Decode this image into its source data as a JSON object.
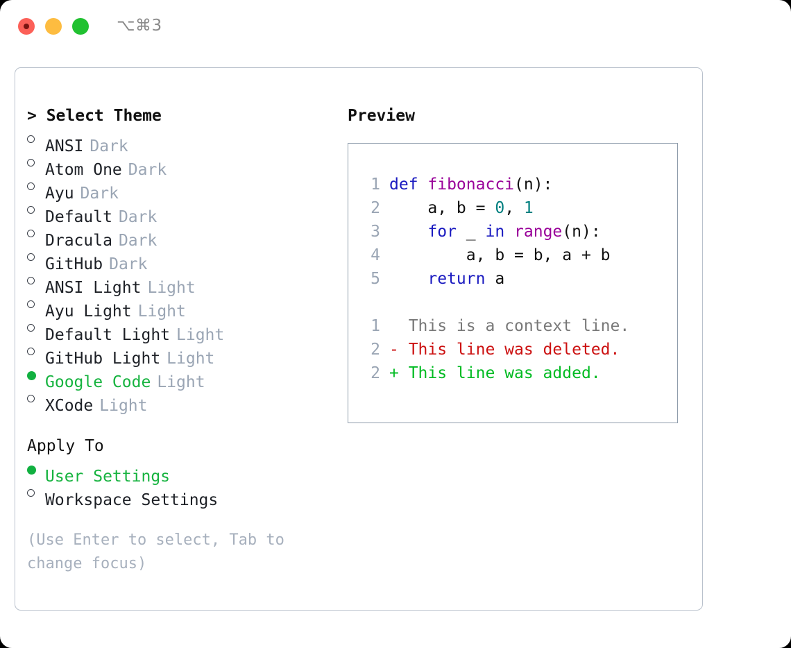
{
  "window": {
    "shortcut_label": "⌥⌘3",
    "traffic_lights": [
      "close-red",
      "minimize-yellow",
      "maximize-green"
    ]
  },
  "theme_picker": {
    "header": "> Select Theme",
    "items": [
      {
        "name": "ANSI",
        "kind": "Dark",
        "selected": false
      },
      {
        "name": "Atom One",
        "kind": "Dark",
        "selected": false
      },
      {
        "name": "Ayu",
        "kind": "Dark",
        "selected": false
      },
      {
        "name": "Default",
        "kind": "Dark",
        "selected": false
      },
      {
        "name": "Dracula",
        "kind": "Dark",
        "selected": false
      },
      {
        "name": "GitHub",
        "kind": "Dark",
        "selected": false
      },
      {
        "name": "ANSI Light",
        "kind": "Light",
        "selected": false
      },
      {
        "name": "Ayu Light",
        "kind": "Light",
        "selected": false
      },
      {
        "name": "Default Light",
        "kind": "Light",
        "selected": false
      },
      {
        "name": "GitHub Light",
        "kind": "Light",
        "selected": false
      },
      {
        "name": "Google Code",
        "kind": "Light",
        "selected": true
      },
      {
        "name": "XCode",
        "kind": "Light",
        "selected": false
      }
    ]
  },
  "apply_to": {
    "header": "Apply To",
    "items": [
      {
        "name": "User Settings",
        "selected": true
      },
      {
        "name": "Workspace Settings",
        "selected": false
      }
    ]
  },
  "help": {
    "text": "(Use Enter to select, Tab to change focus)"
  },
  "preview": {
    "title": "Preview",
    "code_lines": [
      {
        "no": "1",
        "tokens": [
          {
            "t": "def ",
            "c": "tok-kw"
          },
          {
            "t": "fibonacci",
            "c": "tok-fn"
          },
          {
            "t": "(n):",
            "c": "tok-pl"
          }
        ]
      },
      {
        "no": "2",
        "tokens": [
          {
            "t": "    a, b = ",
            "c": "tok-pl"
          },
          {
            "t": "0",
            "c": "tok-num"
          },
          {
            "t": ", ",
            "c": "tok-pl"
          },
          {
            "t": "1",
            "c": "tok-num"
          }
        ]
      },
      {
        "no": "3",
        "tokens": [
          {
            "t": "    ",
            "c": "tok-pl"
          },
          {
            "t": "for",
            "c": "tok-kw"
          },
          {
            "t": " _ ",
            "c": "tok-pl"
          },
          {
            "t": "in",
            "c": "tok-kw"
          },
          {
            "t": " ",
            "c": "tok-pl"
          },
          {
            "t": "range",
            "c": "tok-fn"
          },
          {
            "t": "(n):",
            "c": "tok-pl"
          }
        ]
      },
      {
        "no": "4",
        "tokens": [
          {
            "t": "        a, b = b, a + b",
            "c": "tok-pl"
          }
        ]
      },
      {
        "no": "5",
        "tokens": [
          {
            "t": "    ",
            "c": "tok-pl"
          },
          {
            "t": "return",
            "c": "tok-kw"
          },
          {
            "t": " a",
            "c": "tok-pl"
          }
        ]
      }
    ],
    "diff_lines": [
      {
        "no": "1",
        "marker": "  ",
        "text": "This is a context line.",
        "kind": "diff-ctx"
      },
      {
        "no": "2",
        "marker": "- ",
        "text": "This line was deleted.",
        "kind": "diff-del"
      },
      {
        "no": "2",
        "marker": "+ ",
        "text": "This line was added.",
        "kind": "diff-add"
      }
    ]
  },
  "colors": {
    "accent_green": "#16b33f",
    "muted": "#9aa5b4",
    "keyword": "#1a1ac0",
    "function": "#990099",
    "number": "#007f7f",
    "diff_add": "#00bb22",
    "diff_del": "#cc1111",
    "panel_border": "#b9c1cc"
  }
}
